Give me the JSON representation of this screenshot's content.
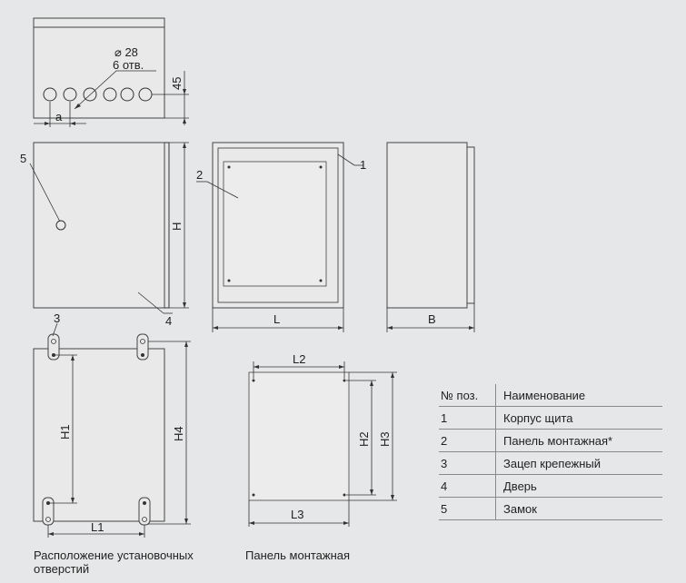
{
  "diagram": {
    "top_view": {
      "hole_diameter": "⌀ 28",
      "hole_count": "6 отв.",
      "dim_a": "a",
      "dim_45": "45"
    },
    "dimensions": {
      "H": "H",
      "L": "L",
      "B": "B",
      "H1": "H1",
      "H4": "H4",
      "L1": "L1",
      "L2": "L2",
      "L3": "L3",
      "H2": "H2",
      "H3": "H3"
    },
    "callouts": [
      "1",
      "2",
      "3",
      "4",
      "5"
    ],
    "captions": {
      "mounting_holes_line1": "Расположение установочных",
      "mounting_holes_line2": "отверстий",
      "mounting_panel": "Панель монтажная"
    }
  },
  "parts_table": {
    "headers": [
      "№ поз.",
      "Наименование"
    ],
    "rows": [
      [
        "1",
        "Корпус щита"
      ],
      [
        "2",
        "Панель монтажная*"
      ],
      [
        "3",
        "Зацеп крепежный"
      ],
      [
        "4",
        "Дверь"
      ],
      [
        "5",
        "Замок"
      ]
    ]
  }
}
